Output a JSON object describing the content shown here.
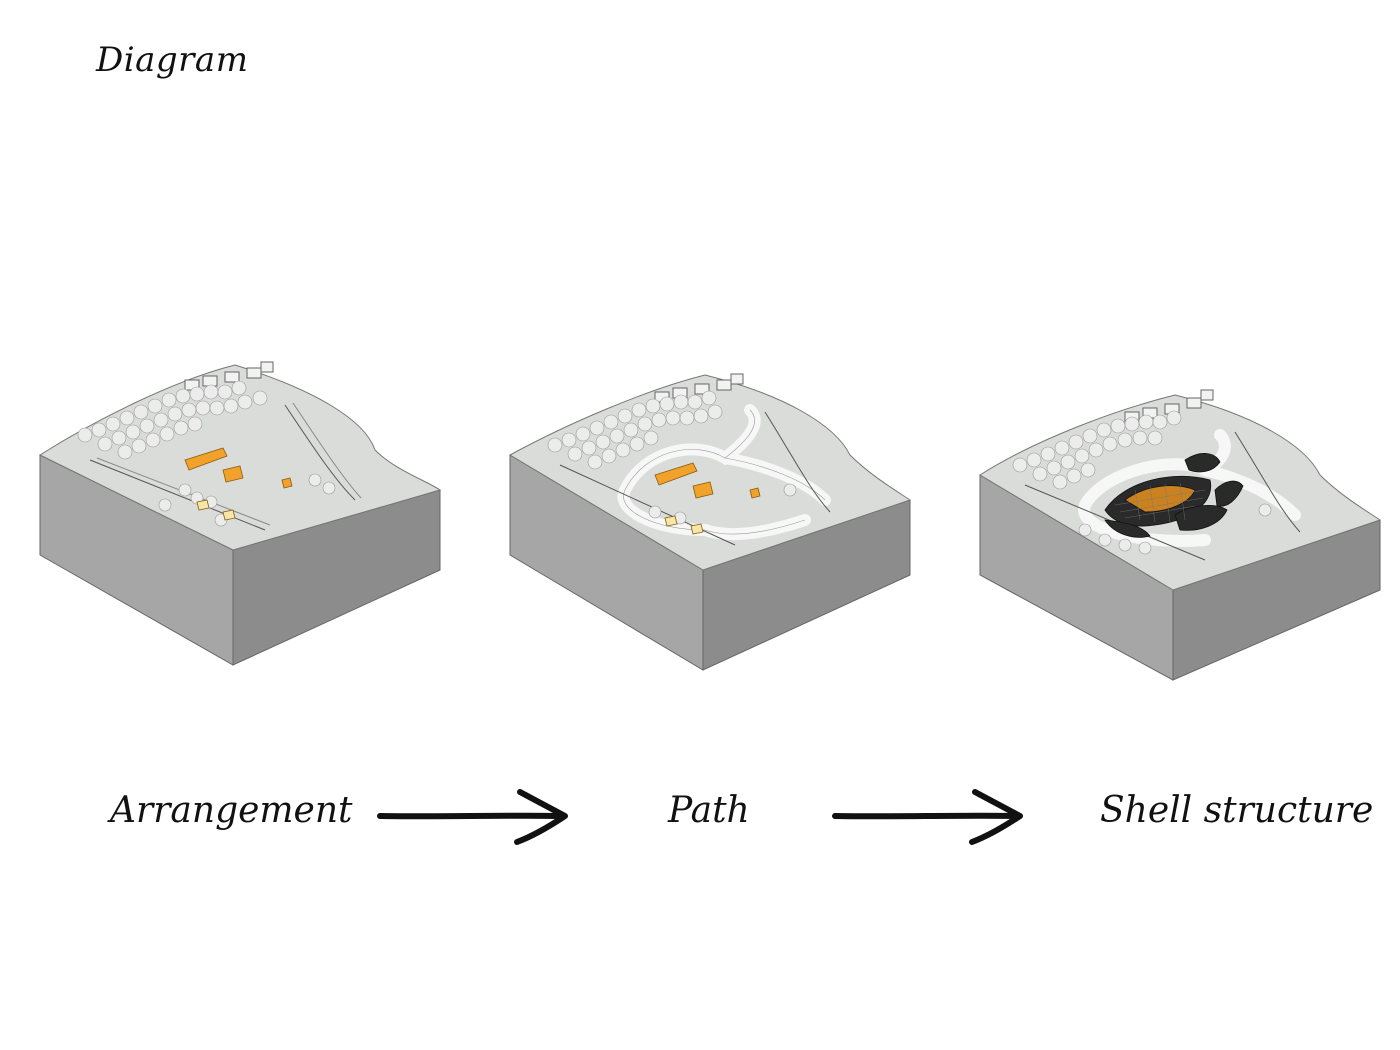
{
  "title": "Diagram",
  "steps": [
    {
      "label": "Arrangement"
    },
    {
      "label": "Path"
    },
    {
      "label": "Shell structure"
    }
  ],
  "colors": {
    "terrain_top": "#d9dcd8",
    "terrain_side_left": "#a9a9a9",
    "terrain_side_right": "#8f8f8f",
    "building": "#f0a22a",
    "tree": "#e8e8e8",
    "path": "#f7f7f7",
    "shell": "#2a2a2a"
  },
  "icons": {
    "arrow": "right-arrow-icon"
  }
}
